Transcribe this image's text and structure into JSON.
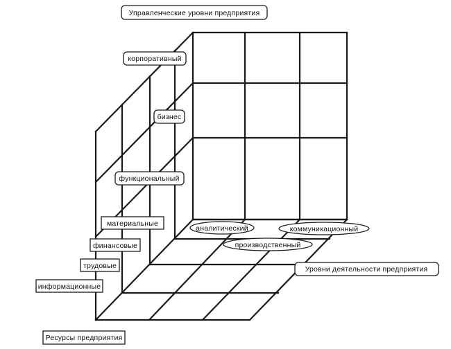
{
  "title": "Управленческие уровни предприятия",
  "management_levels": [
    "корпоративный",
    "бизнес",
    "функциональный"
  ],
  "activity_levels": [
    "аналитический",
    "коммуникационный",
    "производственный"
  ],
  "activity_axis_label": "Уровни деятельности предприятия",
  "resources": [
    "материальные",
    "финансовые",
    "трудовые",
    "информационные"
  ],
  "resources_axis_label": "Ресурсы предприятия"
}
